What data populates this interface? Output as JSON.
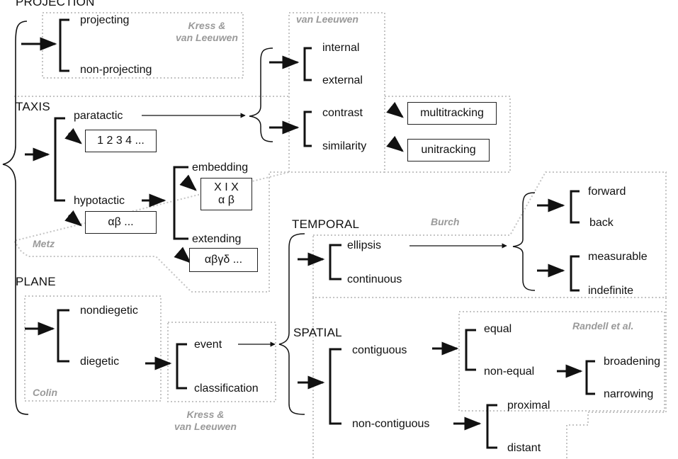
{
  "headings": {
    "projection": "PROJECTION",
    "taxis": "TAXIS",
    "plane": "PLANE",
    "temporal": "TEMPORAL",
    "spatial": "SPATIAL"
  },
  "labels": {
    "projecting": "projecting",
    "non_projecting": "non-projecting",
    "internal": "internal",
    "external": "external",
    "paratactic": "paratactic",
    "contrast": "contrast",
    "similarity": "similarity",
    "hypotactic": "hypotactic",
    "embedding": "embedding",
    "extending": "extending",
    "nondiegetic": "nondiegetic",
    "diegetic": "diegetic",
    "event": "event",
    "classification": "classification",
    "ellipsis": "ellipsis",
    "continuous": "continuous",
    "forward": "forward",
    "back": "back",
    "measurable": "measurable",
    "indefinite": "indefinite",
    "contiguous": "contiguous",
    "non_contiguous": "non-contiguous",
    "equal": "equal",
    "non_equal": "non-equal",
    "broadening": "broadening",
    "narrowing": "narrowing",
    "proximal": "proximal",
    "distant": "distant"
  },
  "boxes": {
    "numbers": "1 2 3 4 ...",
    "alpha_beta": "αβ ...",
    "embed_top": "X I X",
    "embed_bottom": "α β",
    "extend": "αβγδ ...",
    "multitracking": "multitracking",
    "unitracking": "unitracking"
  },
  "sources": {
    "kress1": "Kress &\nvan Leeuwen",
    "van_leeuwen": "van Leeuwen",
    "metz": "Metz",
    "burch": "Burch",
    "colin": "Colin",
    "kress2": "Kress &\nvan Leeuwen",
    "randell": "Randell et al."
  }
}
